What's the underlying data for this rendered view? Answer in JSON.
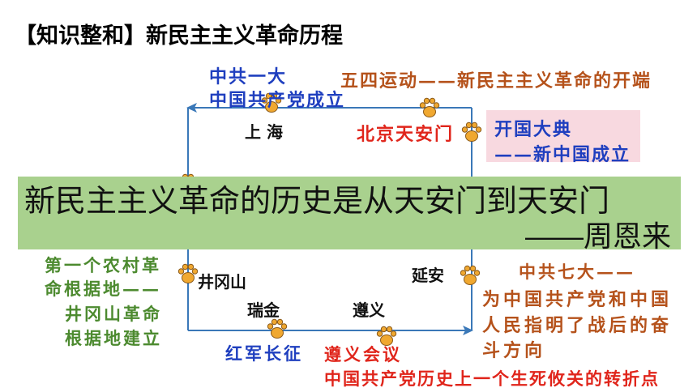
{
  "slide": {
    "title": "【知识整和】新民主主义革命历程"
  },
  "locations": {
    "shanghai": "上 海",
    "beijing": "北京天安门",
    "jinggangshan": "井冈山",
    "yanan": "延安",
    "ruijin": "瑞金",
    "zunyi": "遵义"
  },
  "events": {
    "first_congress": {
      "line1": "中共一大",
      "line2": "中国共产党成立"
    },
    "may_fourth": "五四运动——新民主主义革命的开端",
    "founding": {
      "line1": "开国大典",
      "line2": "——新中国成立"
    },
    "base_area": {
      "lines": [
        "第一个农村革",
        "命根据地——",
        "井冈山革命",
        "根据地建立"
      ]
    },
    "long_march": "红军长征",
    "zunyi_meeting": {
      "line1": "遵义会议",
      "line2": "中国共产党历史上一个生死攸关的转折点"
    },
    "seventh_congress": {
      "lines": [
        "中共七大——",
        "为中国共产党和中国",
        "人民指明了战后的奋",
        "斗方向"
      ]
    }
  },
  "quote": {
    "text": "新民主主义革命的历史是从天安门到天安门",
    "author": "——周恩来"
  },
  "icons": {
    "waypoint": "paw-print-icon",
    "route_arrow": "arrowhead-icon"
  },
  "colors": {
    "title": "#000000",
    "blue": "#1f3fbf",
    "brown": "#b5521b",
    "red": "#e0251b",
    "green": "#4c8a2f",
    "banner": "#a9d18e",
    "pink": "#f8d9e0",
    "route": "#3a78b8",
    "paw": "#f0a830"
  }
}
